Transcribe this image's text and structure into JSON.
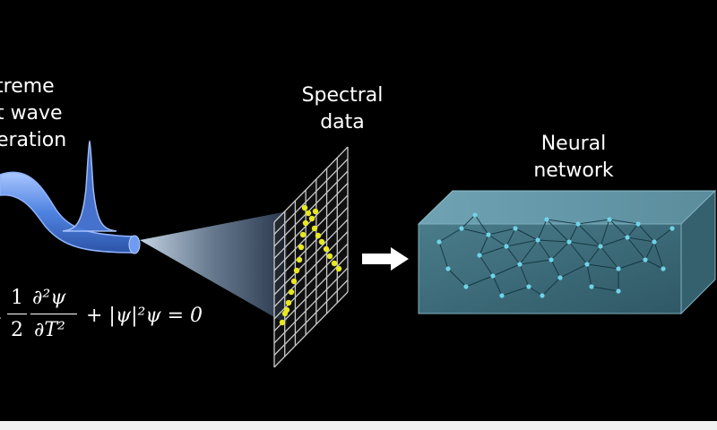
{
  "labels": {
    "generation_line1": "xtreme",
    "generation_line2": "ht wave",
    "generation_line3": "neration",
    "spectral_line1": "Spectral",
    "spectral_line2": "data",
    "neural_line1": "Neural",
    "neural_line2": "network"
  },
  "equation": {
    "minus": "-",
    "num": "1",
    "den": "2",
    "dnum": "∂²ψ",
    "dden": "∂T²",
    "rest": "+ |ψ|²ψ = 0"
  },
  "colors": {
    "background": "#000000",
    "fiber": "#5b8fe8",
    "cone": "#9fb4cc",
    "grid": "#c8c8c8",
    "dots": "#e8e820",
    "box_front": "#3d6b7a",
    "box_side": "#5f8f9e",
    "arrow": "#ffffff"
  },
  "icons": {
    "arrow": "right-arrow-icon"
  }
}
